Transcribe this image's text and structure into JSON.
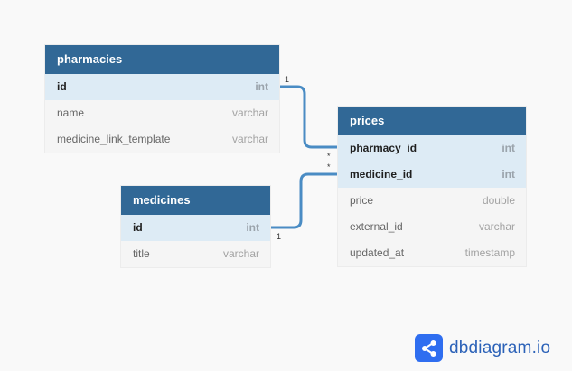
{
  "tables": {
    "pharmacies": {
      "name": "pharmacies",
      "fields": [
        {
          "name": "id",
          "type": "int"
        },
        {
          "name": "name",
          "type": "varchar"
        },
        {
          "name": "medicine_link_template",
          "type": "varchar"
        }
      ]
    },
    "prices": {
      "name": "prices",
      "fields": [
        {
          "name": "pharmacy_id",
          "type": "int"
        },
        {
          "name": "medicine_id",
          "type": "int"
        },
        {
          "name": "price",
          "type": "double"
        },
        {
          "name": "external_id",
          "type": "varchar"
        },
        {
          "name": "updated_at",
          "type": "timestamp"
        }
      ]
    },
    "medicines": {
      "name": "medicines",
      "fields": [
        {
          "name": "id",
          "type": "int"
        },
        {
          "name": "title",
          "type": "varchar"
        }
      ]
    }
  },
  "relationships": [
    {
      "from": "pharmacies.id",
      "to": "prices.pharmacy_id",
      "from_card": "1",
      "to_card": "*"
    },
    {
      "from": "medicines.id",
      "to": "prices.medicine_id",
      "from_card": "1",
      "to_card": "*"
    }
  ],
  "colors": {
    "header": "#316896",
    "highlight_row": "#ddebf5",
    "link": "#4a8cc4",
    "brand": "#2f6ef0"
  },
  "brand": {
    "icon": "share-nodes-icon",
    "text": "dbdiagram.io"
  }
}
